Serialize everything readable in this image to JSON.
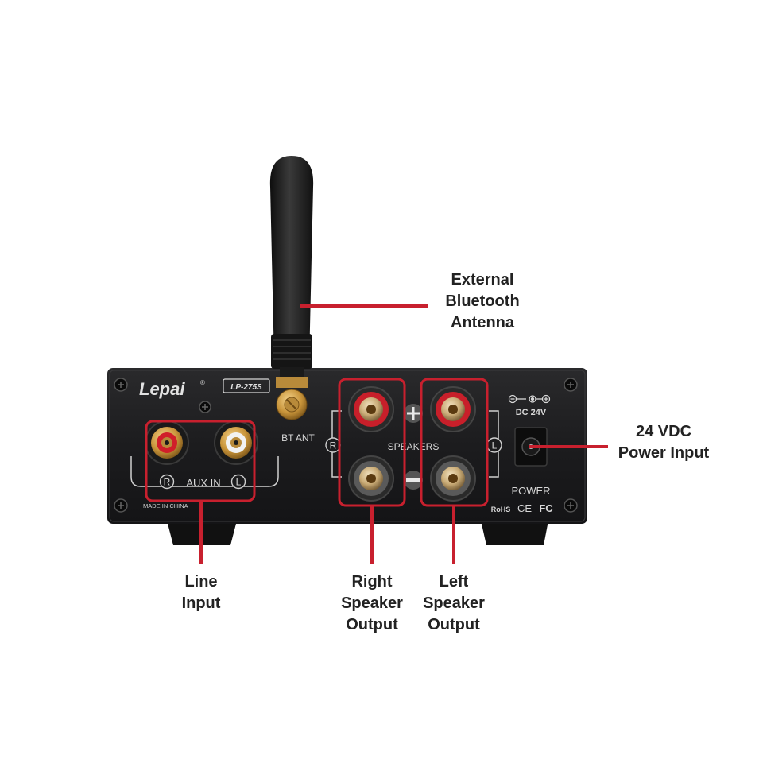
{
  "colors": {
    "callout_red": "#c8202e",
    "chassis": "#1c1c1e",
    "panel_text": "#d8d8d8",
    "gold": "#d8a84a",
    "background": "#ffffff"
  },
  "device": {
    "brand": "Lepai",
    "model": "LP-275S",
    "bt_label": "BT ANT",
    "aux_label": "AUX IN",
    "aux_right": "R",
    "aux_left": "L",
    "made_in": "MADE IN CHINA",
    "speakers_label": "SPEAKERS",
    "speaker_right": "R",
    "speaker_left": "L",
    "dc_label": "DC 24V",
    "power_label": "POWER",
    "cert_rohs": "RoHS",
    "cert_ce": "CE",
    "cert_fc": "FC"
  },
  "callouts": {
    "antenna": [
      "External",
      "Bluetooth",
      "Antenna"
    ],
    "power": [
      "24 VDC",
      "Power Input"
    ],
    "line": [
      "Line",
      "Input"
    ],
    "right_speaker": [
      "Right",
      "Speaker",
      "Output"
    ],
    "left_speaker": [
      "Left",
      "Speaker",
      "Output"
    ]
  }
}
